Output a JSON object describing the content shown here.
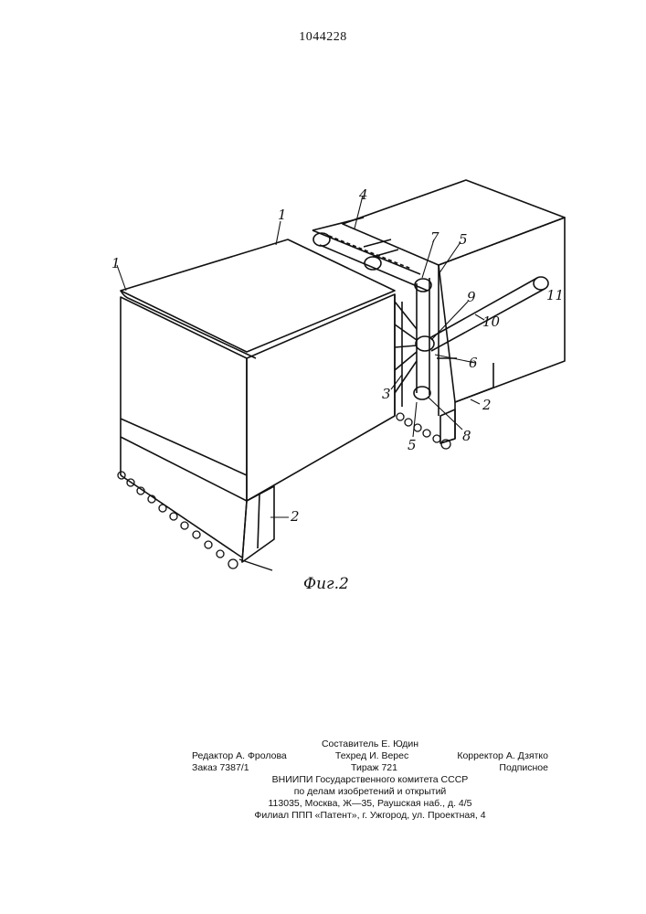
{
  "patent_number": "1044228",
  "figure": {
    "caption": "Фиг.2",
    "labels": [
      "1",
      "1",
      "2",
      "2",
      "3",
      "4",
      "5",
      "5",
      "6",
      "7",
      "8",
      "9",
      "10",
      "11"
    ]
  },
  "imprint": {
    "composer": "Составитель Е. Юдин",
    "editor": "Редактор А. Фролова",
    "techeditor": "Техред И. Верес",
    "corrector": "Корректор А. Дзятко",
    "order": "Заказ 7387/1",
    "circulation": "Тираж 721",
    "subscription": "Подписное",
    "org1": "ВНИИПИ Государственного комитета СССР",
    "org2": "по делам изобретений и открытий",
    "address": "113035, Москва, Ж—35, Раушская наб., д. 4/5",
    "branch": "Филиал ППП «Патент», г. Ужгород, ул. Проектная, 4"
  }
}
